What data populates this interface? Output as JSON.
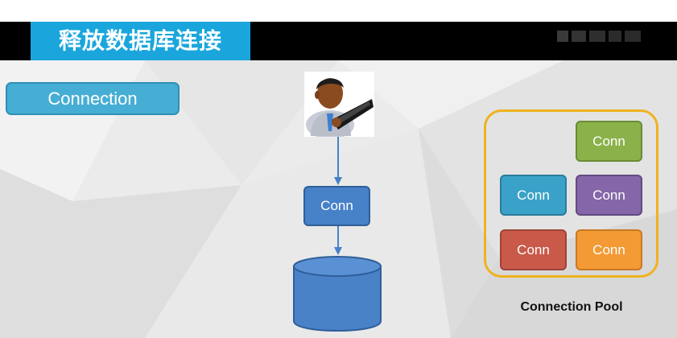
{
  "header": {
    "title": "释放数据库连接"
  },
  "diagram": {
    "concept_label": "Connection",
    "user_icon": "user-with-keyboard-icon",
    "main_connection_label": "Conn",
    "database_icon": "database-icon",
    "pool": {
      "label": "Connection Pool",
      "connections": [
        {
          "label": "Conn",
          "color": "#8bb24a"
        },
        {
          "label": "Conn",
          "color": "#3aa2c8"
        },
        {
          "label": "Conn",
          "color": "#8566a8"
        },
        {
          "label": "Conn",
          "color": "#c95a4a"
        },
        {
          "label": "Conn",
          "color": "#f39a35"
        }
      ]
    }
  },
  "colors": {
    "title_accent": "#1aa6dc",
    "concept_box": "#46aed4",
    "main_connection": "#4781c8",
    "database": "#4a82c8",
    "pool_border": "#f0b21e",
    "arrow": "#4781c8"
  }
}
